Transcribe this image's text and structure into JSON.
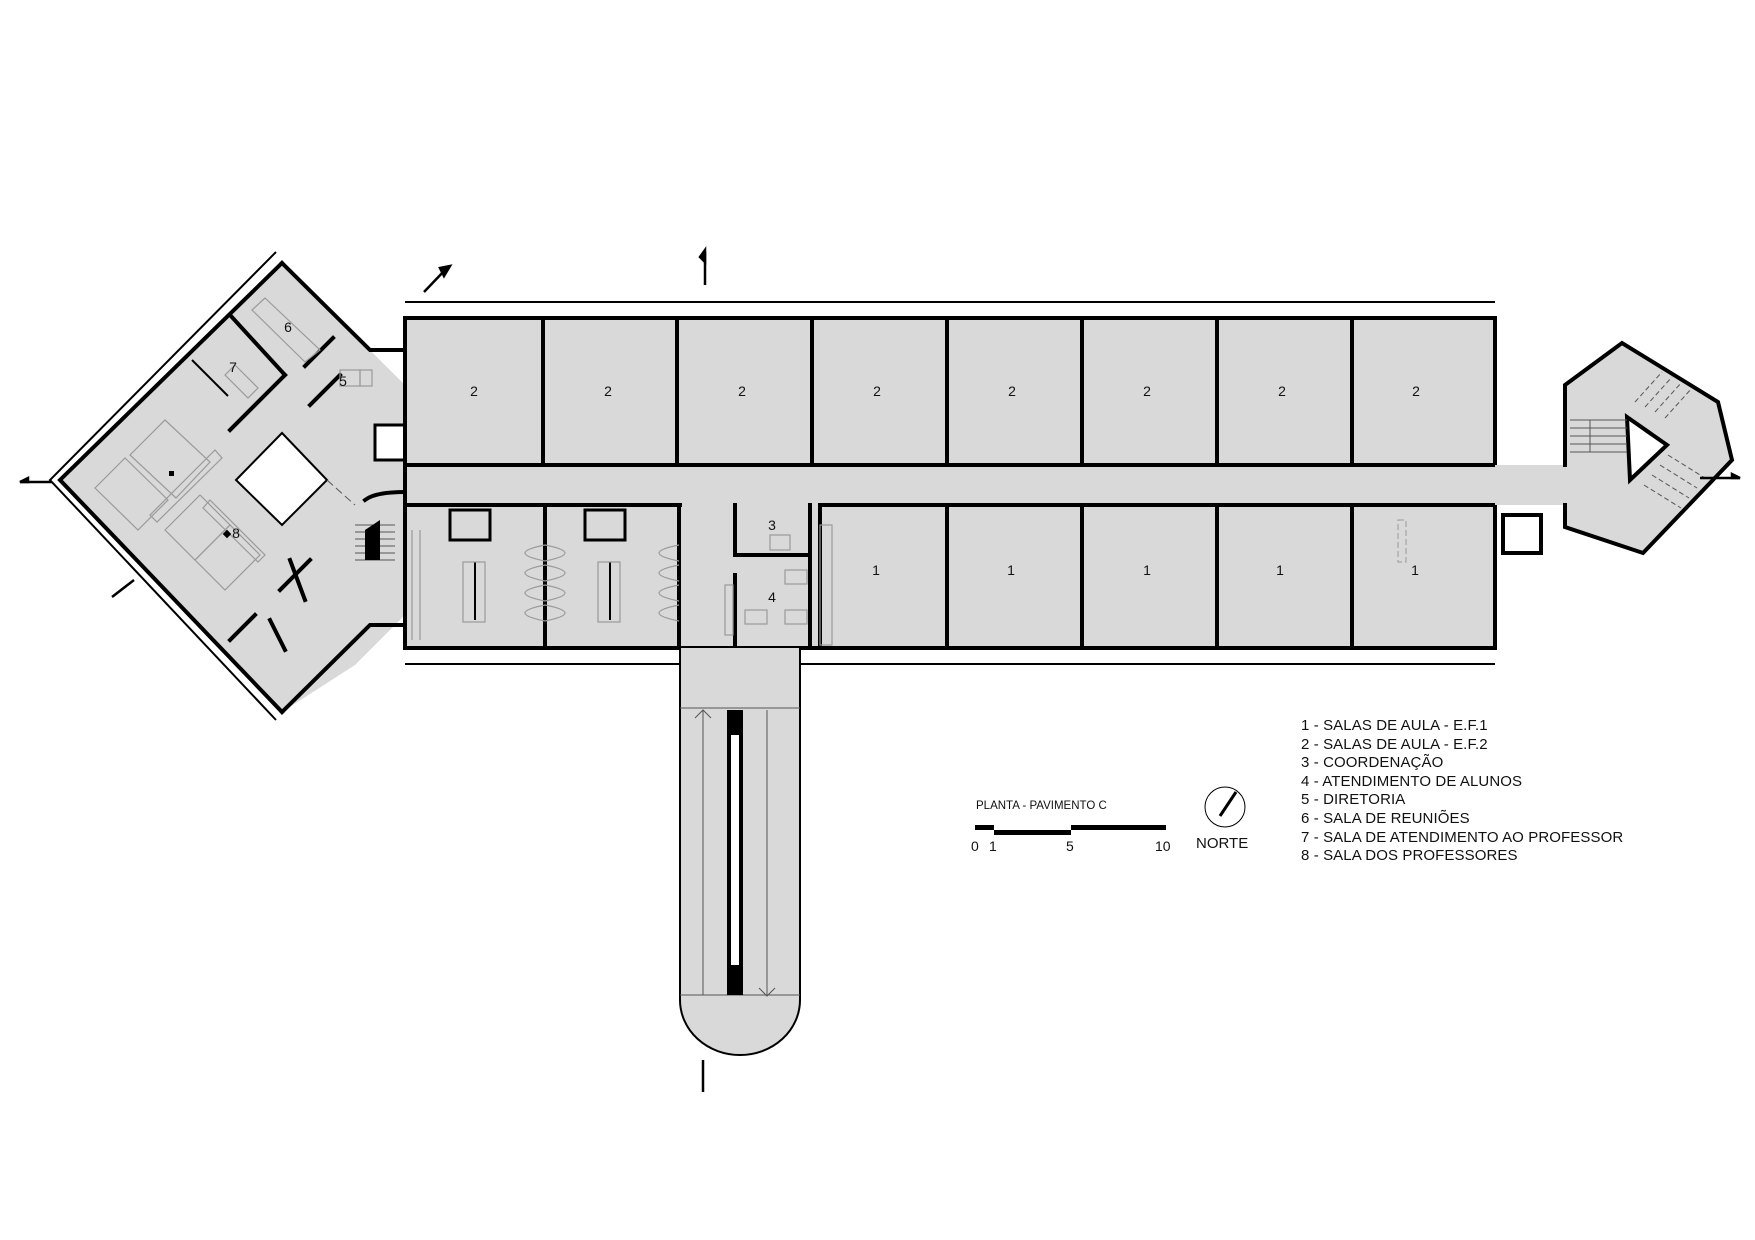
{
  "drawing": {
    "title": "PLANTA - PAVIMENTO C",
    "background": "#ffffff",
    "floor_fill": "#d9d9d9",
    "wall_color": "#000000",
    "furniture_color": "#9a9a9a"
  },
  "rooms": {
    "top_row": [
      "2",
      "2",
      "2",
      "2",
      "2",
      "2",
      "2",
      "2"
    ],
    "bottom_row": [
      "1",
      "1",
      "1",
      "1",
      "1"
    ],
    "coordenacao": "3",
    "atendimento_alunos": "4",
    "diretoria": "5",
    "reunioes": "6",
    "atendimento_professor": "7",
    "professores": "8"
  },
  "legend": {
    "items": [
      "1 - SALAS DE AULA - E.F.1",
      "2 - SALAS DE AULA - E.F.2",
      "3 - COORDENAÇÃO",
      "4 - ATENDIMENTO DE ALUNOS",
      "5 - DIRETORIA",
      "6 - SALA DE REUNIÕES",
      "7 - SALA DE ATENDIMENTO AO PROFESSOR",
      "8 - SALA DOS PROFESSORES"
    ]
  },
  "scale_bar": {
    "title": "PLANTA - PAVIMENTO C",
    "ticks": [
      "0",
      "1",
      "5",
      "10"
    ]
  },
  "north_arrow": {
    "label": "NORTE",
    "icon": "north-arrow-icon"
  }
}
